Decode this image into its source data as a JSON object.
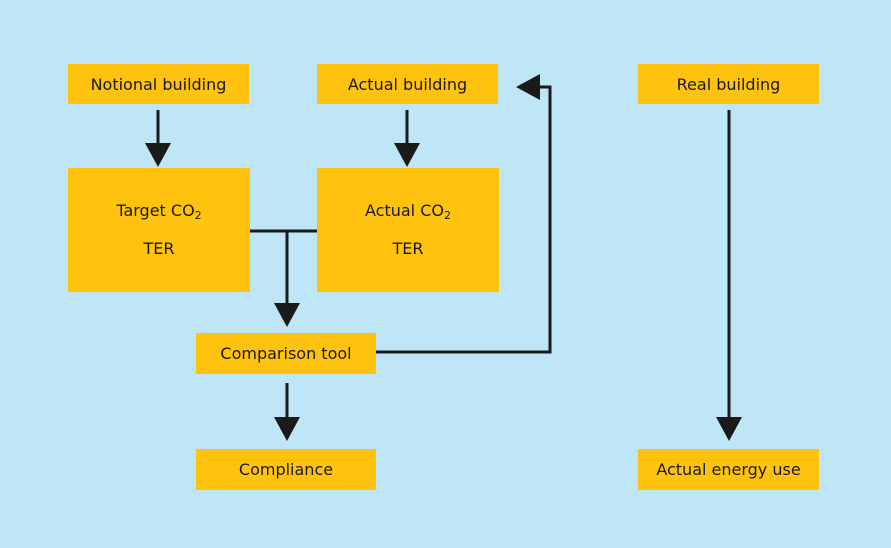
{
  "boxes": {
    "notional_building": "Notional building",
    "actual_building": "Actual building",
    "real_building": "Real building",
    "target_co2": {
      "text": "Target CO",
      "subscript": "2",
      "code": "TER"
    },
    "actual_co2": {
      "text": "Actual CO",
      "subscript": "2",
      "code": "TER"
    },
    "comparison_tool": "Comparison tool",
    "compliance": "Compliance",
    "actual_energy_use": "Actual energy use"
  },
  "colors": {
    "background": "#bfe6f7",
    "box_fill": "#ffc20e",
    "arrow": "#1a1a1a"
  }
}
